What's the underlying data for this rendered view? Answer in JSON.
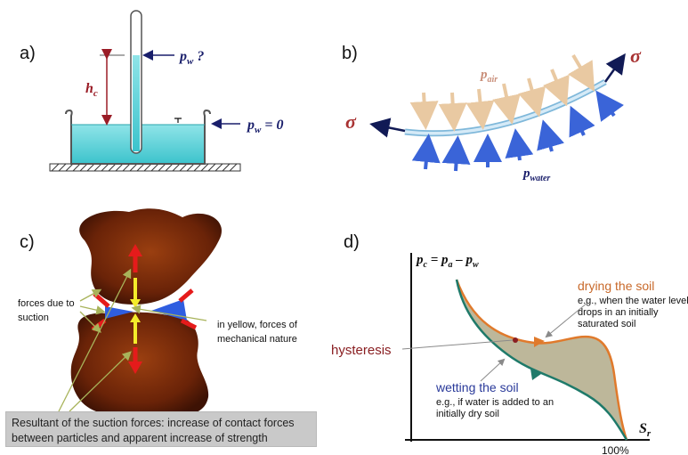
{
  "panels": {
    "a": {
      "letter": "a)",
      "pw_question": "p",
      "pw_question_sub": "w",
      "pw_question_tail": " ?",
      "pw_zero": "p",
      "pw_zero_sub": "w",
      "pw_zero_tail": " = 0",
      "hc": "h",
      "hc_sub": "c"
    },
    "b": {
      "letter": "b)",
      "sigma_left": "σ",
      "sigma_right": "σ",
      "p_air": "p",
      "p_air_sub": "air",
      "p_water": "p",
      "p_water_sub": "water"
    },
    "c": {
      "letter": "c)",
      "forces_suction": "forces due to",
      "forces_suction_2": "suction",
      "yellow_note": "in yellow, forces of",
      "yellow_note_2": "mechanical nature",
      "caption_line1": "Resultant of the suction forces: increase of contact forces",
      "caption_line2": "between particles and apparent increase of strength"
    },
    "d": {
      "letter": "d)",
      "ylabel_pc": "p",
      "ylabel_pc_sub": "c",
      "ylabel_eq": " = p",
      "ylabel_a_sub": "a",
      "ylabel_minus": " – p",
      "ylabel_w_sub": "w",
      "xlabel": "S",
      "xlabel_sub": "r",
      "x_tick": "100%",
      "hysteresis": "hysteresis",
      "drying_title": "drying the soil",
      "drying_note1": "e.g., when the water level",
      "drying_note2": "drops in an initially",
      "drying_note3": "saturated soil",
      "wetting_title": "wetting the soil",
      "wetting_note1": "e.g., if water is added to an",
      "wetting_note2": "initially dry soil"
    }
  },
  "colors": {
    "water": "#5fd3d8",
    "dark_red": "#9a1c26",
    "navy": "#1a1f6b",
    "drying": "#e07a2c",
    "wetting": "#1f7a6a",
    "hysteresis_text": "#8a1f22",
    "fill_region": "#bdb79a"
  }
}
